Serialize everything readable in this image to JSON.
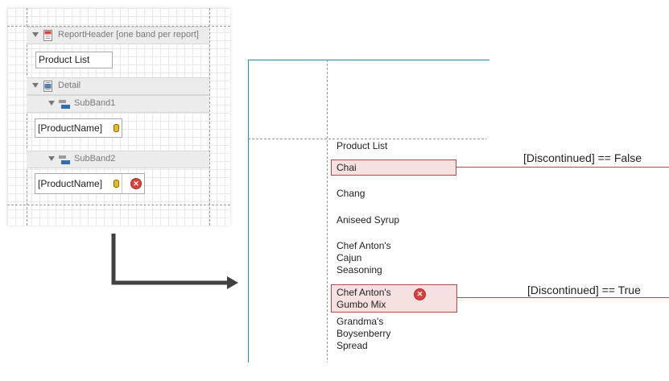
{
  "designer": {
    "report_header": {
      "label": "ReportHeader [one band per report]",
      "control_text": "Product List"
    },
    "detail": {
      "label": "Detail"
    },
    "subband1": {
      "label": "SubBand1",
      "field_text": "[ProductName]"
    },
    "subband2": {
      "label": "SubBand2",
      "field_text": "[ProductName]"
    }
  },
  "preview": {
    "title": "Product List",
    "items": [
      "Chai",
      "Chang",
      "Aniseed Syrup",
      "Chef Anton's\nCajun\nSeasoning",
      "Chef Anton's\nGumbo Mix",
      "Grandma's\nBoysenberry\nSpread"
    ]
  },
  "conditions": {
    "false_label": "[Discontinued] == False",
    "true_label": "[Discontinued] == True"
  },
  "colors": {
    "accent": "#1a8fa0",
    "highlight_fill": "#f6e1e1",
    "highlight_border": "#b54a4a",
    "arrow": "#404040"
  },
  "icons": [
    "report-header-icon",
    "detail-band-icon",
    "subband-icon",
    "database-field-icon",
    "delete-x-icon",
    "arrow-icon"
  ]
}
